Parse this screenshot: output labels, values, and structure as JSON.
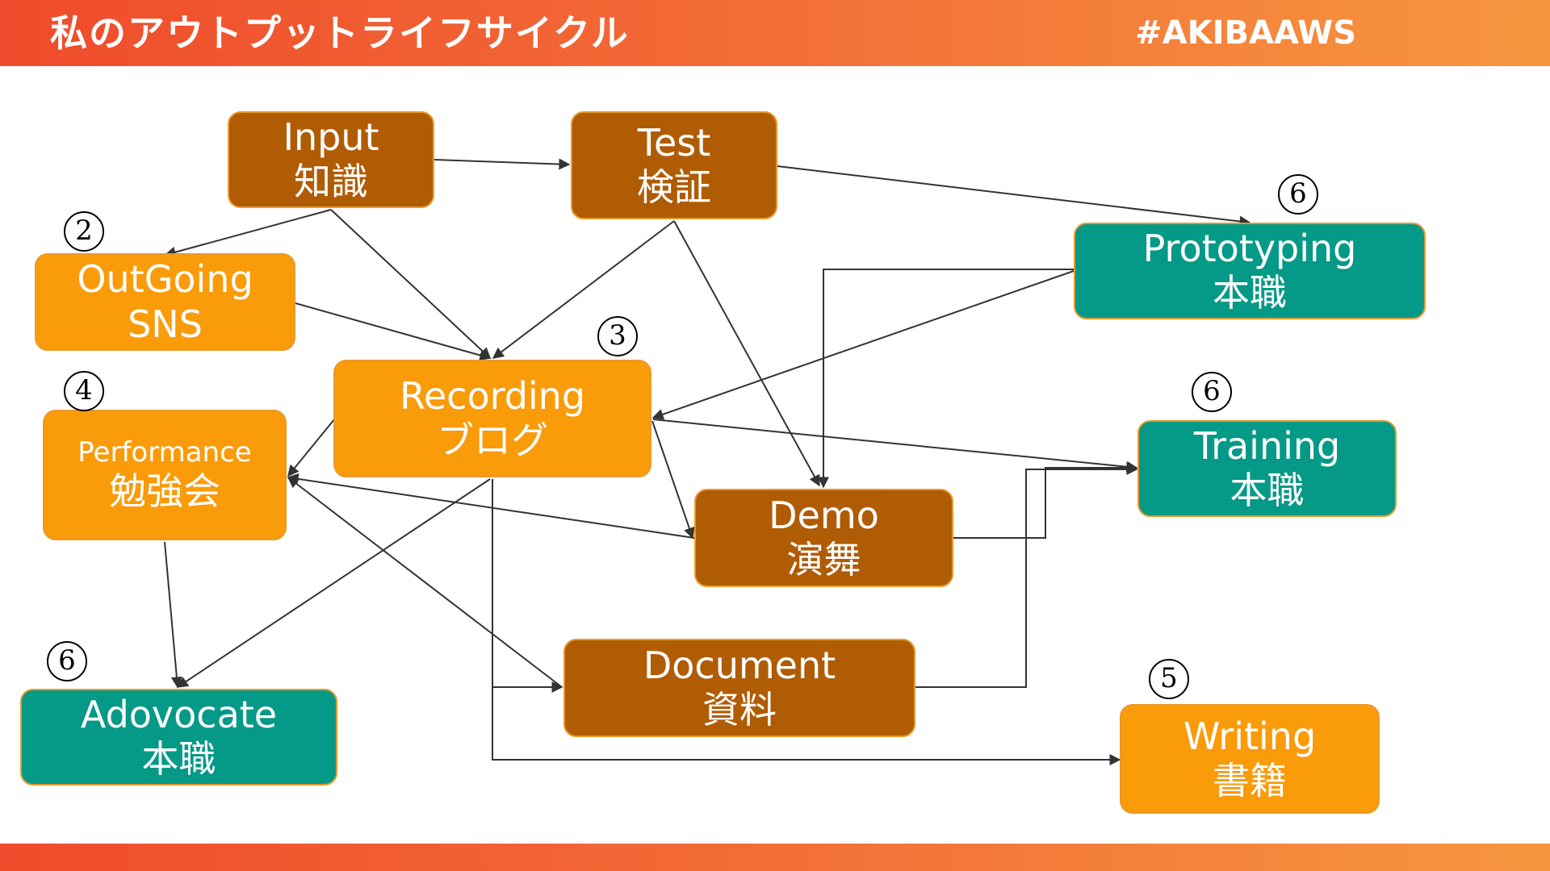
{
  "header": {
    "title": "私のアウトプットライフサイクル",
    "tag": "#AKIBAAWS"
  },
  "nodes": {
    "input": {
      "line1": "Input",
      "line2": "知識"
    },
    "test": {
      "line1": "Test",
      "line2": "検証"
    },
    "outgoing": {
      "line1": "OutGoing",
      "line2": "SNS"
    },
    "recording": {
      "line1": "Recording",
      "line2": "ブログ"
    },
    "performance": {
      "line1": "Performance",
      "line2": "勉強会"
    },
    "demo": {
      "line1": "Demo",
      "line2": "演舞"
    },
    "document": {
      "line1": "Document",
      "line2": "資料"
    },
    "adovocate": {
      "line1": "Adovocate",
      "line2": "本職"
    },
    "prototyping": {
      "line1": "Prototyping",
      "line2": "本職"
    },
    "training": {
      "line1": "Training",
      "line2": "本職"
    },
    "writing": {
      "line1": "Writing",
      "line2": "書籍"
    }
  },
  "badges": {
    "outgoing": "2",
    "recording": "3",
    "performance": "4",
    "writing": "5",
    "prototyping": "6",
    "training": "6",
    "adovocate": "6"
  },
  "colors": {
    "brown": "#b05c05",
    "orange": "#fa9b0a",
    "teal": "#059987"
  }
}
